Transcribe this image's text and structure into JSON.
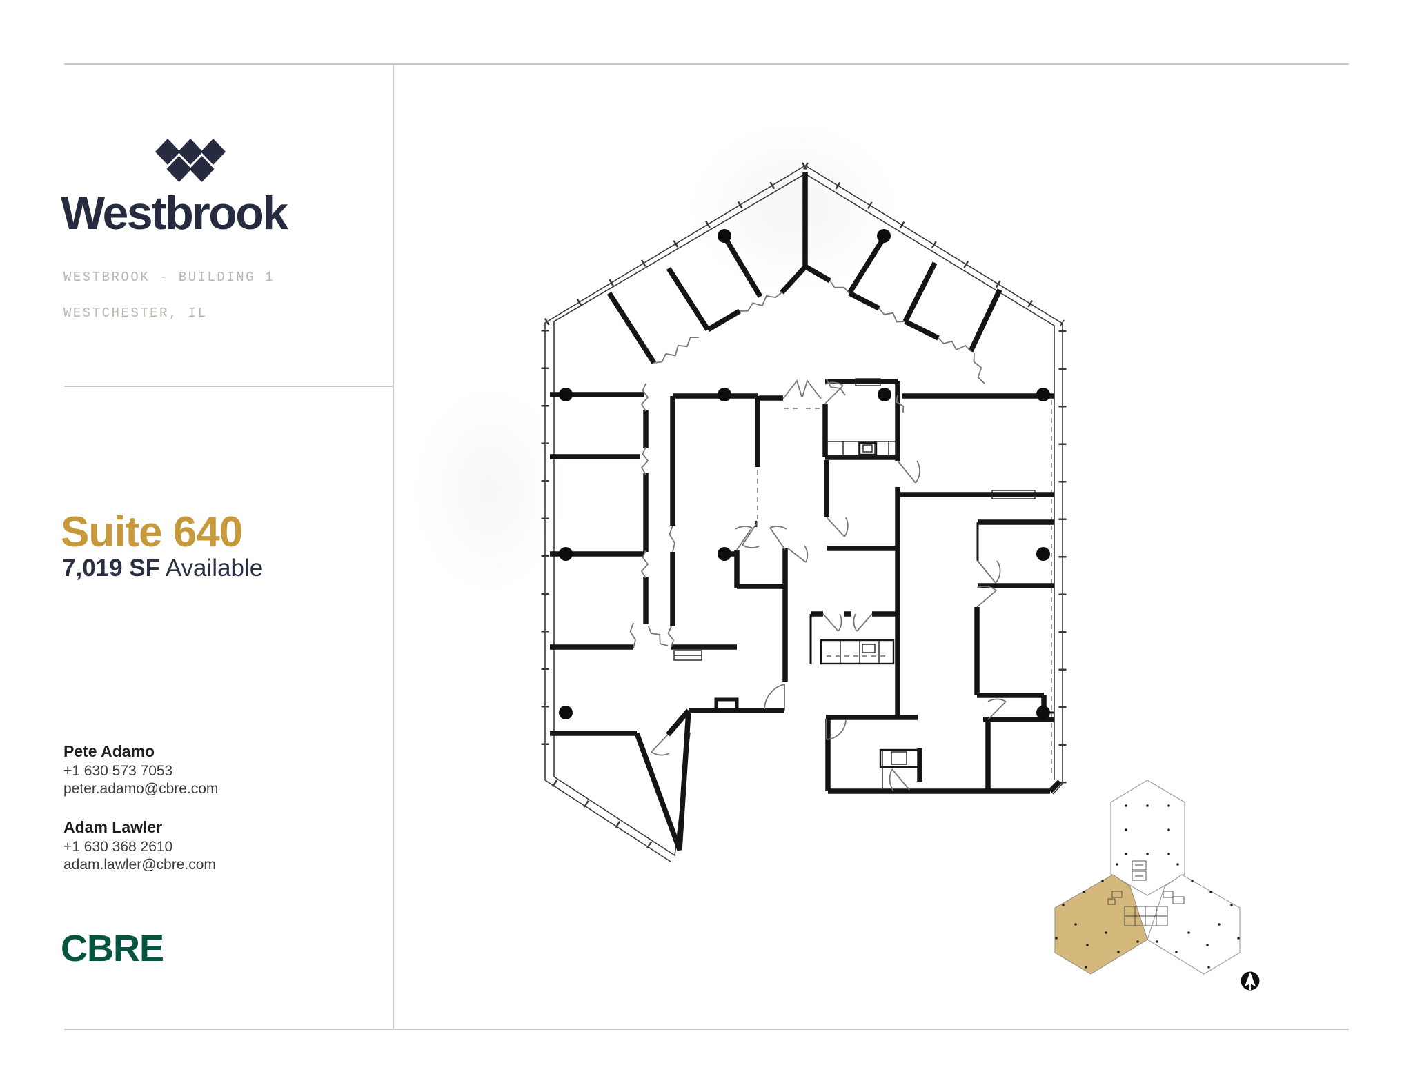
{
  "brand": {
    "wordmark": "Westbrook",
    "logo_color": "#262b3f",
    "logo_icon": "five-diamonds-w-mark"
  },
  "property": {
    "line1": "WESTBROOK - BUILDING 1",
    "line2": "WESTCHESTER, IL"
  },
  "listing": {
    "suite": "Suite 640",
    "sf_bold": "7,019 SF",
    "sf_rest": " Available",
    "accent_color": "#c8993a"
  },
  "contacts": [
    {
      "name": "Pete Adamo",
      "phone": "+1 630 573 7053",
      "email": "peter.adamo@cbre.com"
    },
    {
      "name": "Adam Lawler",
      "phone": "+1 630 368 2610",
      "email": "adam.lawler@cbre.com"
    }
  ],
  "broker": {
    "logo": "CBRE",
    "logo_color": "#045440"
  },
  "floorplan": {
    "type": "suite-floor-plan",
    "wall_color": "#151515",
    "column_dot_color": "#0d0d0d",
    "keyplan": {
      "wings": 3,
      "highlighted_wing": "lower-left",
      "highlight_color": "#d5b87c"
    },
    "north_arrow": "black-circle-white-arrow-up"
  }
}
